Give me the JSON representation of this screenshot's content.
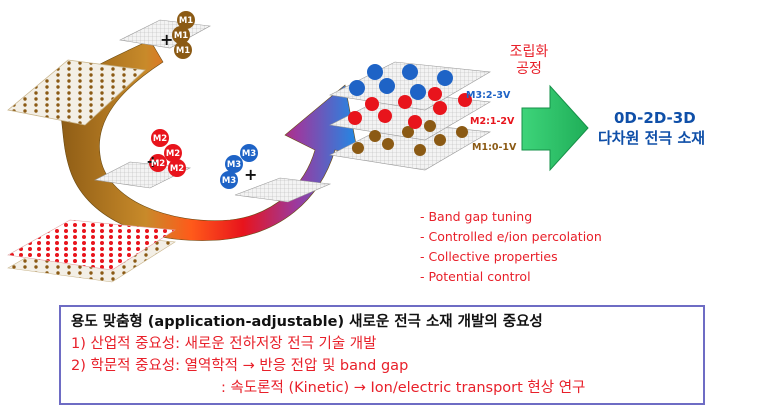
{
  "diagram": {
    "process_label": [
      "조립화",
      "공정"
    ],
    "result_label": [
      "0D-2D-3D",
      "다차원 전극 소재"
    ],
    "particle_labels": {
      "m1": "M1",
      "m2": "M2",
      "m3": "M3"
    },
    "plus_sign": "+",
    "layer_labels": [
      "M3:2-3V",
      "M2:1-2V",
      "M1:0-1V"
    ],
    "bullets": [
      "- Band gap tuning",
      "- Controlled e/ion percolation",
      "- Collective properties",
      "- Potential control"
    ],
    "colors": {
      "m1": "#8b5a14",
      "m2": "#e8141c",
      "m3": "#1e63c6",
      "accent_green": "#2ec46a",
      "box_border": "#6e6cc4"
    }
  },
  "summary_box": {
    "title": "용도 맞춤형 (application-adjustable) 새로운 전극 소재 개발의 중요성",
    "line1": "1) 산업적 중요성: 새로운 전하저장 전극 기술 개발",
    "line2": "2) 학문적 중요성: 열역학적 → 반응 전압 및 band gap",
    "line3": ": 속도론적 (Kinetic) → Ion/electric transport 현상 연구"
  }
}
